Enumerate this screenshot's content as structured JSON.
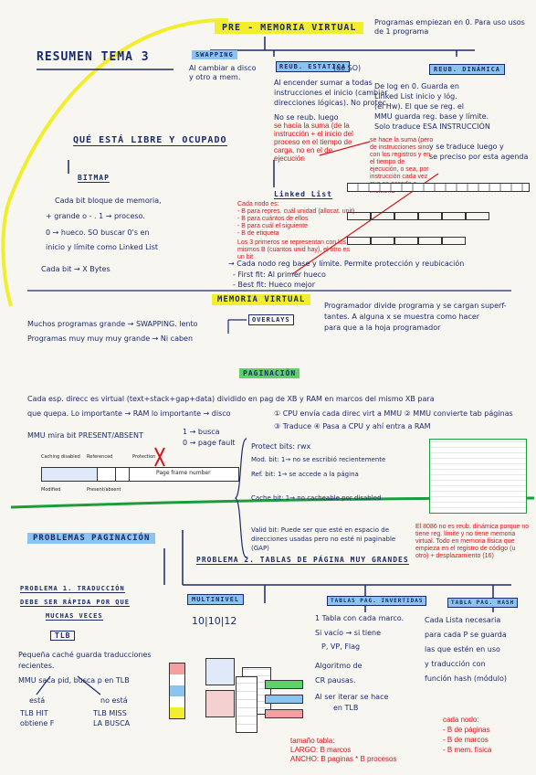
{
  "header": {
    "resumen_title": "RESUMEN TEMA 3",
    "pre_memoria": "PRE - MEMORIA VIRTUAL",
    "top_note": "Programas empiezan en 0. Para uso usos de 1 programa",
    "swapping": "SWAPPING",
    "swapping_desc": [
      "Al cambiar a disco",
      "y otro a mem."
    ]
  },
  "reub_estatica": {
    "label": "REUB. ESTATICA",
    "tag": "(de SO)",
    "desc": [
      "Al encender sumar a todas",
      "instrucciones el inicio (cambiar",
      "direcciones lógicas). No protec.",
      "No se reub. luego"
    ],
    "red_note": "se hacía la suma (de la instrucción + el inicio del proceso en el tiempo de carga, no en el de ejecución"
  },
  "reub_dinamica": {
    "label": "REUB. DINÁMICA",
    "desc": [
      "De log en 0. Guarda en",
      "Linked List inicio y lóg.",
      "(el Hw). El que se reg. el",
      "MMU guarda reg. base y límite.",
      "Solo traduce ESA INSTRUCCIÓN",
      "y se traduce luego y",
      "se preciso por esta agenda"
    ],
    "red_note": "se hace la suma (pero de instrucciones sino con los registros y en el tiempo de ejecución, o sea, por instrucción cada vez que se accede a memoria"
  },
  "libre_ocupado": {
    "title": "QUÉ ESTÁ LIBRE Y OCUPADO",
    "bitmap": "BITMAP",
    "bitmap_desc": [
      "Cada bit bloque de memoria,",
      "+ grande o - . 1 → proceso.",
      "0 → hueco. SO buscar 0's en",
      "inicio y límite como Linked List",
      "Cada bit → X Bytes"
    ],
    "linked_list": "Linked List",
    "linked_red": [
      "Cada nodo es:",
      "- B para repres. cuál unidad (allocat. unit)",
      "- B para cuántos de ellos",
      "- B para cuál el siguiente",
      "- B de etiqueta"
    ],
    "linked_red2": "Los 3 primeros se representan con los mismos B (cuantos unid hay), el otro es un bit",
    "fit_desc": [
      "→ Cada nodo reg base y límite. Permite protección y reubicación",
      "- First fit: Al primer hueco",
      "- Best fit: Hueco mejor"
    ]
  },
  "memoria_virtual": {
    "title": "MEMORIA VIRTUAL",
    "overlays": "OVERLAYS",
    "overlays_desc": [
      "Programador divide programa y se cargan superf-",
      "tantes. A alguna x se muestra como hacer",
      "para que a la hoja programador"
    ],
    "muchos": [
      "Muchos programas grande → SWAPPING. lento",
      "Programas muy muy muy grande → Ni caben"
    ]
  },
  "paginacion": {
    "title": "PAGINACIÓN",
    "desc1": "Cada esp. direcc es virtual (text+stack+gap+data) dividido en pag de XB y RAM en marcos del mismo XB para",
    "desc2": "que quepa. Lo importante → RAM  lo importante → disco",
    "steps": [
      "① CPU envía cada direc virt a MMU  ② MMU convierte tab páginas",
      "③ Traduce  ④ Pasa a CPU y ahí entra a RAM"
    ],
    "mmu": "MMU mira bit PRESENT/ABSENT",
    "bit1": "1 → busca",
    "bit0": "0 → page fault",
    "bits": [
      "Protect bits: rwx",
      "Mod. bit: 1→ no se escribió recientemente",
      "Ref. bit: 1→ se accede a la página",
      "Cache bit: 1→ no cacheable por disabled",
      "Valid bit: Puede ser que esté en espacio de direcciones usadas pero no esté ni paginable (GAP)"
    ],
    "page_frame": "Page frame number",
    "caching": "Caching disabled",
    "referenced": "Referenced",
    "protection": "Protection",
    "modified": "Modified",
    "present": "Present/absent"
  },
  "problemas": {
    "title": "PROBLEMAS PAGINACIÓN",
    "red_note": "El 8086 no es reub. dinámica porque no tiene reg. límite y no tiene memoria virtual. Todo en memoria física que empieza en el registro de código (u otro) + desplazamiento (16)",
    "p1_title": [
      "PROBLEMA 1. TRADUCCIÓN",
      "DEBE SER RÁPIDA POR QUE",
      "MUCHAS VECES"
    ],
    "tlb": "TLB",
    "tlb_desc": [
      "Pequeña caché guarda traducciones",
      "recientes.",
      "MMU saca pid, busca p en TLB"
    ],
    "esta": "está",
    "no_esta": "no está",
    "esta_desc": [
      "TLB HIT",
      "obtiene F"
    ],
    "no_esta_desc": [
      "TLB MISS",
      "LA BUSCA"
    ],
    "p2_title": "PROBLEMA 2. TABLAS DE PÁGINA MUY GRANDES",
    "multinivel": "MULTINIVEL",
    "multinivel_bits": "10|10|12",
    "invertidas": "TABLAS PAG. INVERTIDAS",
    "invertidas_desc": [
      "1 Tabla con cada marco.",
      "Si vacío → si tiene",
      "P, VP, Flag",
      "Algoritmo de",
      "CR pausas.",
      "Al ser iterar se hace",
      "en TLB"
    ],
    "hash": "TABLA PAG. HASH",
    "hash_desc": [
      "Cada Lista necesaria",
      "para cada P se guarda",
      "las que estén en uso",
      "y traducción con",
      "función hash (módulo)"
    ],
    "tamano": [
      "tamaño tabla:",
      "LARGO: B marcos",
      "ANCHO: B paginas * B procesos"
    ],
    "cada_nodo": [
      "cada nodo:",
      "- B de páginas",
      "- B de marcos",
      "- B mem. física"
    ]
  },
  "colors": {
    "ink": "#1b2a6b",
    "red": "#d4161b",
    "yellow": "#f2ee2d",
    "green": "#1a9e3b",
    "blue": "#8cc4f0"
  }
}
